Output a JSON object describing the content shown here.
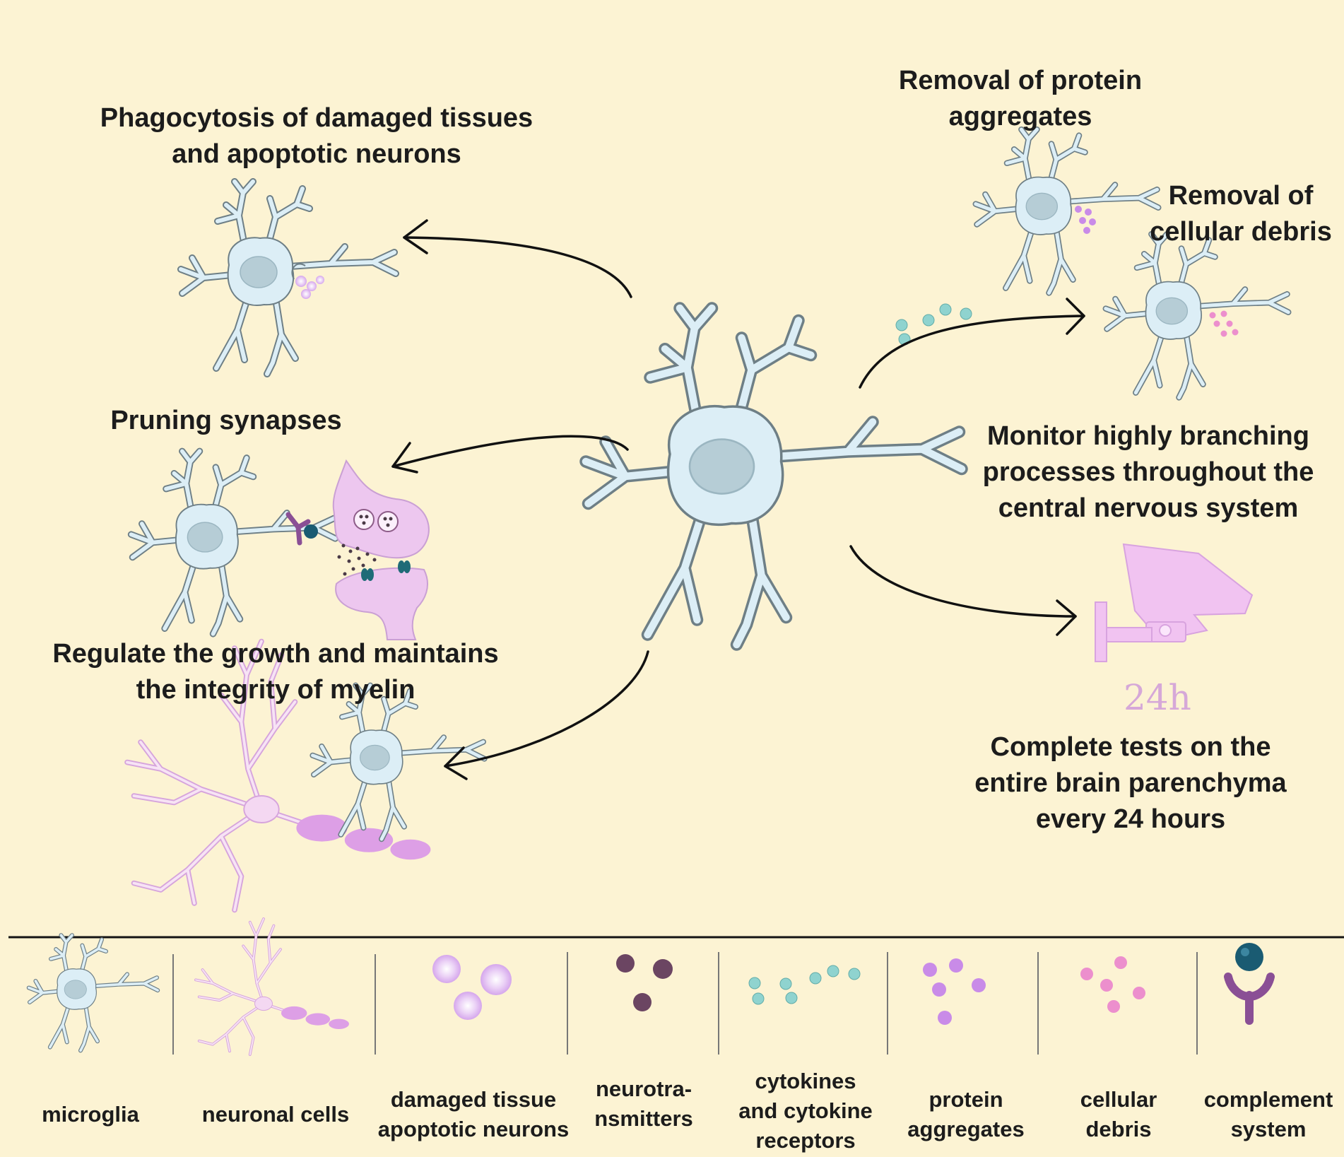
{
  "functions": {
    "phagocytosis": [
      "Phagocytosis of damaged tissues",
      "and apoptotic neurons"
    ],
    "pruning": [
      "Pruning synapses"
    ],
    "myelin": [
      "Regulate the growth and maintains",
      "the integrity of myelin"
    ],
    "protein_removal": [
      "Removal of protein",
      "aggregates"
    ],
    "debris_removal": [
      "Removal of",
      "cellular debris"
    ],
    "monitor": [
      "Monitor highly branching",
      "processes throughout the",
      "central nervous system"
    ],
    "timer": "24h",
    "tests": [
      "Complete tests on the",
      "entire brain parenchyma",
      "every 24 hours"
    ]
  },
  "legend": [
    {
      "id": "microglia",
      "lines": [
        "microglia"
      ]
    },
    {
      "id": "neuronal",
      "lines": [
        "neuronal cells"
      ]
    },
    {
      "id": "damaged",
      "lines": [
        "damaged tissue",
        "apoptotic neurons"
      ]
    },
    {
      "id": "neurotransmitters",
      "lines": [
        "neurotra-",
        "nsmitters"
      ]
    },
    {
      "id": "cytokines",
      "lines": [
        "cytokines",
        "and cytokine",
        "receptors"
      ]
    },
    {
      "id": "protein",
      "lines": [
        "protein",
        "aggregates"
      ]
    },
    {
      "id": "debris",
      "lines": [
        "cellular",
        "debris"
      ]
    },
    {
      "id": "complement",
      "lines": [
        "complement",
        "system"
      ]
    }
  ],
  "colors": {
    "background": "#fcf3d3",
    "cell_fill": "#dceef6",
    "cell_outline": "#6e7f86",
    "nucleus": "#b6cdd6",
    "neuron_pink": "#efc8ef",
    "damaged_purple": "#ddb5f0",
    "neurotransmitter": "#6b4562",
    "cytokine": "#8fd3cf",
    "protein": "#c98be8",
    "debris": "#ec8fcd",
    "complement_head": "#1a5b72",
    "complement_stem": "#8a4f95",
    "arrow": "#111111"
  }
}
